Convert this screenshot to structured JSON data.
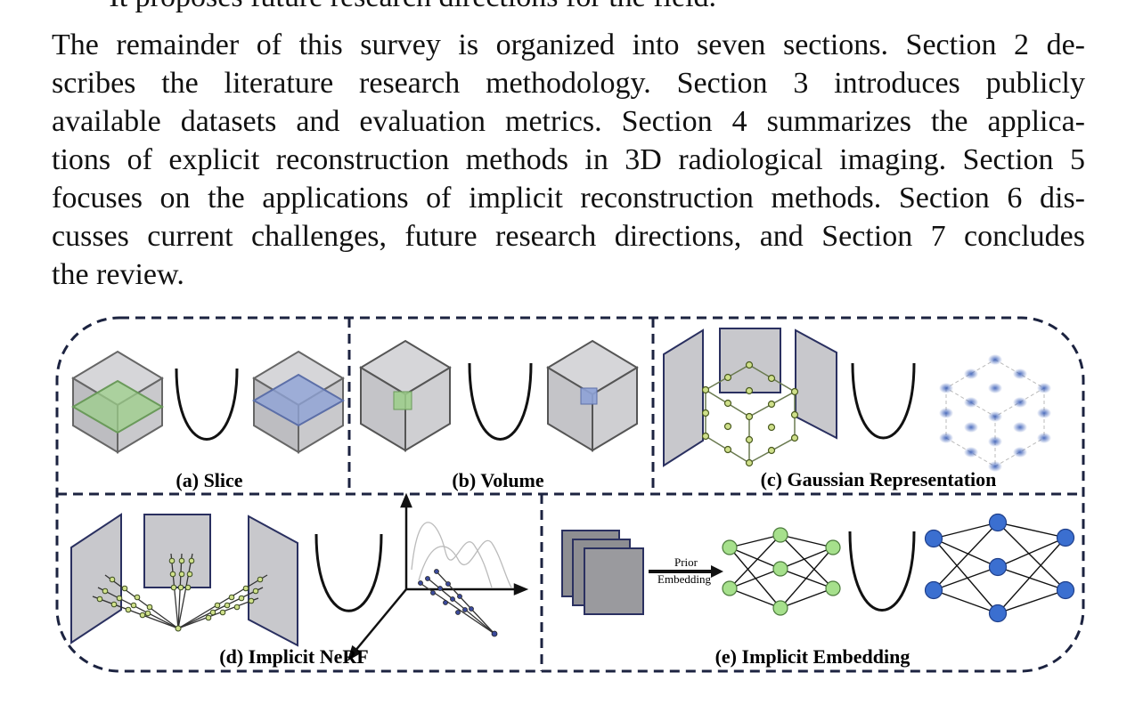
{
  "text": {
    "bullet": "• It proposes future research directions for the field.",
    "lines": [
      "The remainder of this survey is organized into seven sections. Section 2 de-",
      "scribes the literature research methodology.  Section 3 introduces publicly",
      "available datasets and evaluation metrics. Section 4 summarizes the applica-",
      "tions of explicit reconstruction methods in 3D radiological imaging. Section 5",
      "focuses on the applications of implicit reconstruction methods. Section 6 dis-",
      "cusses current challenges, future research directions, and Section 7 concludes",
      "the review."
    ]
  },
  "figure": {
    "captions": {
      "slice": "(a) Slice",
      "volume": "(b) Volume",
      "gaussian": "(c) Gaussian Representation",
      "nerf": "(d) Implicit NeRF",
      "embedding": "(e) Implicit Embedding"
    },
    "arrow_label_1": "Prior",
    "arrow_label_2": "Embedding",
    "colors": {
      "dash": "#1c2340",
      "cube_fill": "#c8c8cc",
      "green": "#9ccf8a",
      "blue_slice": "#8ea2d6",
      "node_green": "#a6e08c",
      "node_blue": "#3b6fd0"
    }
  }
}
